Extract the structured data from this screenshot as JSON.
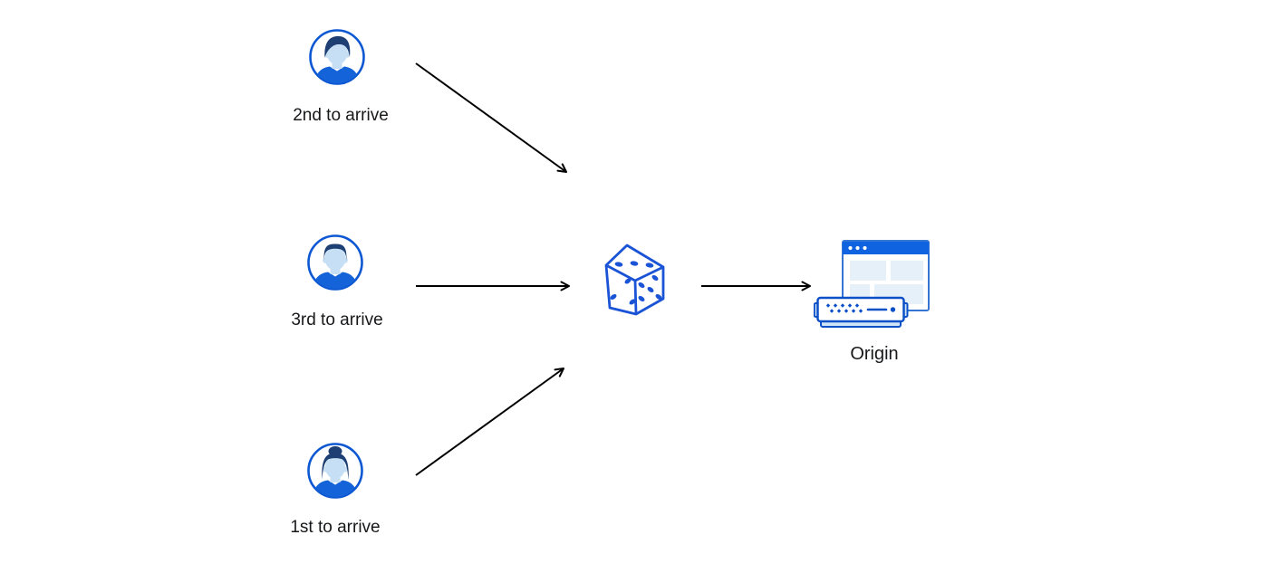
{
  "page": {
    "background": "#ffffff",
    "description_labels": {
      "client_top": "2nd to arrive",
      "client_middle": "3rd to arrive",
      "client_bottom": "1st to arrive",
      "origin": "Origin"
    }
  },
  "colors": {
    "primary_blue": "#0d58d2",
    "dice_blue": "#1a53d6",
    "hair_navy": "#1d3f74",
    "face_light_blue": "#c6dff4",
    "shirt_blue": "#1463d8",
    "titlebar_blue": "#0f62e0",
    "window_border_blue": "#3575d4",
    "pale_block_blue": "#e6f0f8",
    "server_tab_blue": "#cfe4f7",
    "arrow_black": "#000000",
    "text_color": "#17181a"
  },
  "diagram": {
    "nodes": [
      {
        "id": "client-top",
        "icon": "user-male-avatar-icon",
        "label": "2nd to arrive"
      },
      {
        "id": "client-middle",
        "icon": "user-male-avatar-icon",
        "label": "3rd to arrive"
      },
      {
        "id": "client-bottom",
        "icon": "user-female-avatar-icon",
        "label": "1st to arrive"
      },
      {
        "id": "load-balancer-dice",
        "icon": "dice-icon",
        "label": ""
      },
      {
        "id": "origin-server",
        "icon": "origin-server-icon",
        "label": "Origin"
      }
    ],
    "edges": [
      {
        "from": "client-top",
        "to": "load-balancer-dice"
      },
      {
        "from": "client-middle",
        "to": "load-balancer-dice"
      },
      {
        "from": "client-bottom",
        "to": "load-balancer-dice"
      },
      {
        "from": "load-balancer-dice",
        "to": "origin-server"
      }
    ]
  }
}
